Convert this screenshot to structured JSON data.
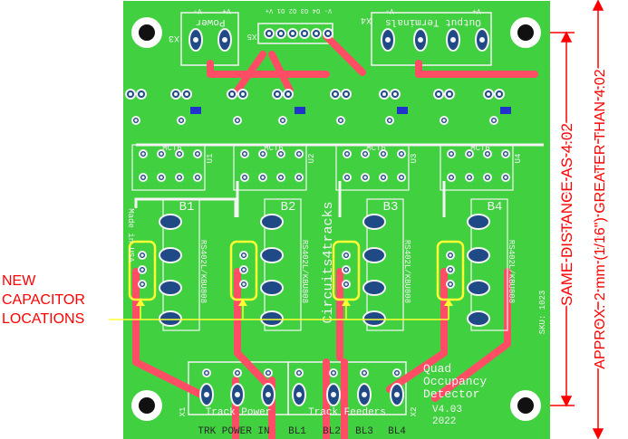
{
  "colors": {
    "board": "#40d040",
    "board_dark": "#2fae2f",
    "trace": "#ff4d66",
    "silkscreen": "#f4f4f4",
    "pad": "#1f4a86",
    "highlight": "#ffff33",
    "annotation": "#ff0000",
    "hole": "#111111",
    "smd": "#2233cc"
  },
  "board": {
    "header_labels": {
      "x3": "X3",
      "power": "Power",
      "x5": "X5",
      "x4": "X4",
      "output_terminals": "Output Terminals",
      "signal_pins": [
        "V+",
        "O1",
        "O2",
        "O3",
        "O4",
        "V-"
      ],
      "polarity": [
        "V-",
        "V+",
        "V-",
        "V+"
      ]
    },
    "channels": [
      {
        "label": "B1",
        "bridge_part": "RS402L/KBU808",
        "opto": "MCT6"
      },
      {
        "label": "B2",
        "bridge_part": "RS402L/KBU808",
        "opto": "MCT6"
      },
      {
        "label": "B3",
        "bridge_part": "RS402L/KBU808",
        "opto": "MCT6"
      },
      {
        "label": "B4",
        "bridge_part": "RS402L/KBU808",
        "opto": "MCT6"
      }
    ],
    "opto_labels": [
      "U1",
      "U2",
      "U3",
      "U4"
    ],
    "brand": "Circuits4tracks",
    "side_text": "Made in USA",
    "sku_text": "SKU: 1023",
    "product": {
      "line1": "Quad",
      "line2": "Occupancy",
      "line3": "Detector",
      "version": "V4.03",
      "year": "2022"
    },
    "bottom": {
      "x1": "X1",
      "x2": "X2",
      "track_power": "Track Power",
      "track_feeders": "Track Feeders",
      "labels": [
        "TRK POWER IN",
        "BL1",
        "BL2",
        "BL3",
        "BL4"
      ]
    }
  },
  "annotations": {
    "new_capacitors": [
      "NEW",
      "CAPACITOR",
      "LOCATIONS"
    ],
    "same_distance": "SAME DISTANCE AS 4.02",
    "greater": "APPROX. 2 mm (1/16\") GREATER THAN 4.02"
  }
}
